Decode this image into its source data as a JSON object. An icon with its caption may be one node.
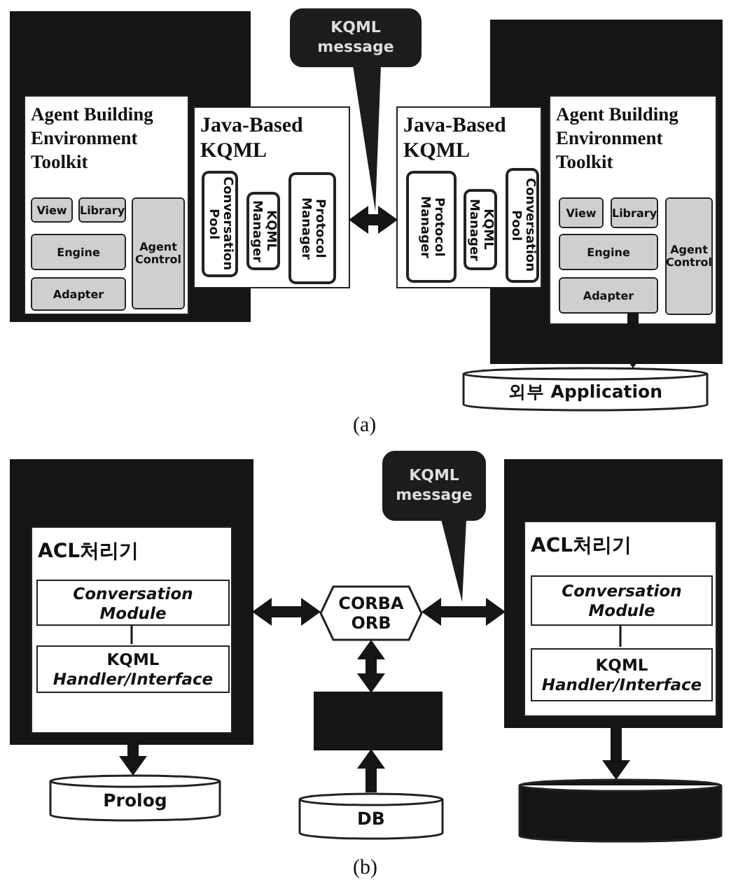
{
  "diagram": {
    "nodes": [
      {
        "text": [],
        "shape": "box"
      },
      {
        "text": [
          "Agent Building Environment Toolkit"
        ],
        "in": 0
      },
      {
        "text": [
          "View"
        ],
        "in": 1
      },
      {
        "text": [
          "Library"
        ],
        "in": 1
      },
      {
        "text": [
          "Agent Control"
        ],
        "in": 1
      },
      {
        "text": [
          "Engine"
        ],
        "in": 1
      },
      {
        "text": [
          "Adapter"
        ],
        "in": 1
      },
      {
        "text": [
          "Java-Based KQML"
        ]
      },
      {
        "text": [
          "Conversation Pool"
        ]
      },
      {
        "text": [
          "KQML Manager"
        ],
        "in": 7
      },
      {
        "text": [
          "Protocol Manager"
        ],
        "in": 7
      },
      {
        "text": [
          "KQML message"
        ]
      },
      {
        "text": [
          "Java-Based KQML"
        ]
      },
      {
        "text": [
          "Protocol Manager"
        ],
        "in": 12
      },
      {
        "text": [
          "KQML Manager"
        ],
        "in": 12
      },
      {
        "text": [
          "Conversation Pool"
        ]
      },
      {
        "text": [],
        "shape": "box"
      },
      {
        "text": [
          "Agent Building Environment Toolkit"
        ],
        "in": 16
      },
      {
        "text": [
          "View"
        ],
        "in": 17
      },
      {
        "text": [
          "Library"
        ],
        "in": 17
      },
      {
        "text": [
          "Agent Control"
        ],
        "in": 17
      },
      {
        "text": [
          "Engine"
        ],
        "in": 17
      },
      {
        "text": [
          "Adapter"
        ],
        "in": 17
      },
      {
        "text": [
          "외부 Application"
        ]
      },
      {
        "text": [],
        "shape": "box"
      },
      {
        "text": [
          "ACL처리기"
        ],
        "in": 24
      },
      {
        "text": [
          "Conversation Module"
        ],
        "in": 25
      },
      {
        "text": [
          "KQML *Handler/Interface*"
        ],
        "in": 25
      },
      {
        "text": [
          "Prolog"
        ]
      },
      {
        "text": [
          "CORBA ORB"
        ]
      },
      {
        "text": [
          "KQML message"
        ]
      },
      {
        "text": [],
        "shape": "box"
      },
      {
        "text": [
          "ACL처리기"
        ],
        "in": 31
      },
      {
        "text": [
          "Conversation Module"
        ],
        "in": 32
      },
      {
        "text": [
          "KQML *Handler/Interface*"
        ],
        "in": 32
      },
      {
        "text": [],
        "shape": "box"
      },
      {
        "text": [
          "DB"
        ]
      },
      {
        "text": [],
        "shape": "cylinder"
      }
    ],
    "edges": [
      {
        "from": 7,
        "to": 12,
        "arrow": "both"
      },
      {
        "from": 11,
        "to": null,
        "arrow": "to"
      },
      {
        "from": 22,
        "to": 23,
        "arrow": "to"
      },
      {
        "from": 26,
        "to": 27,
        "arrow": "none"
      },
      {
        "from": 24,
        "to": 28,
        "arrow": "to"
      },
      {
        "from": 24,
        "to": 29,
        "arrow": "both"
      },
      {
        "from": 29,
        "to": 31,
        "arrow": "both"
      },
      {
        "from": 30,
        "to": null,
        "arrow": "to"
      },
      {
        "from": 29,
        "to": 35,
        "arrow": "both"
      },
      {
        "from": 36,
        "to": 35,
        "arrow": "to"
      },
      {
        "from": 31,
        "to": 37,
        "arrow": "to"
      },
      {
        "from": 33,
        "to": 34,
        "arrow": "none"
      }
    ],
    "labels": [
      "(a)",
      "(b)"
    ]
  }
}
